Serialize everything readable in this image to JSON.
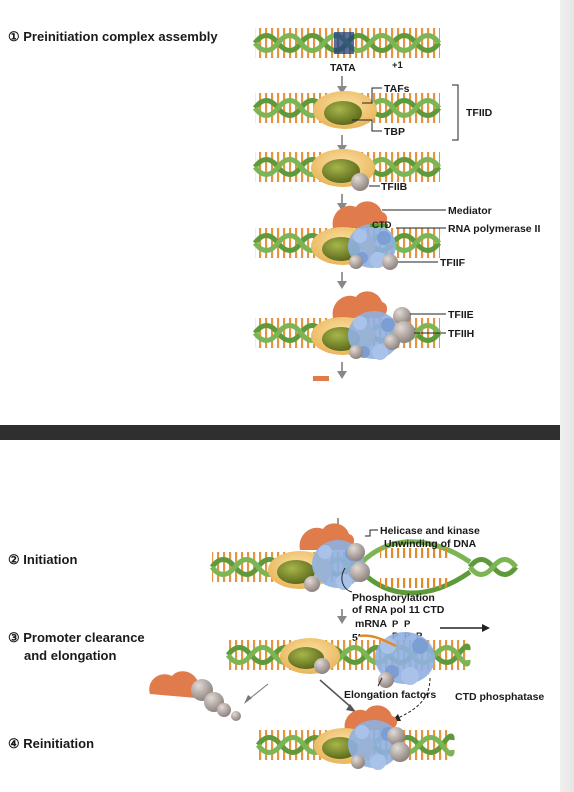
{
  "top": {
    "step1_title": "① Preinitiation complex assembly",
    "tata": "TATA",
    "plus1": "+1",
    "tafs": "TAFs",
    "tbp": "TBP",
    "tfiid": "TFIID",
    "tfiib": "TFIIB",
    "mediator": "Mediator",
    "ctd": "CTD",
    "rna_pol": "RNA polymerase II",
    "tfiif": "TFIIF",
    "tfiie": "TFIIE",
    "tfiih": "TFIIH"
  },
  "bottom": {
    "step2_title": "② Initiation",
    "step3_title_line1": "③ Promoter clearance",
    "step3_title_line2": "and elongation",
    "step4_title": "④ Reinitiation",
    "helicase_line1": "Helicase and kinase",
    "helicase_line2": "Unwinding of DNA",
    "phospho_line1": "Phosphorylation",
    "phospho_line2": "of RNA pol 11 CTD",
    "mrna": "mRNA",
    "five_prime": "5′",
    "p": "P",
    "elongation_factors": "Elongation factors",
    "ctd_phosphatase": "CTD phosphatase"
  },
  "colors": {
    "dna_backbone": "#5f9a3a",
    "dna_rungs": "#e08a2a",
    "tata_box": "#1f3f80",
    "tbp": "#7a8a2a",
    "tafs": "#f3c86a",
    "mediator": "#e07b4c",
    "polymerase": "#8fb0e0",
    "factors_gray": "#b7aca6",
    "divider": "#2f2f2f"
  }
}
